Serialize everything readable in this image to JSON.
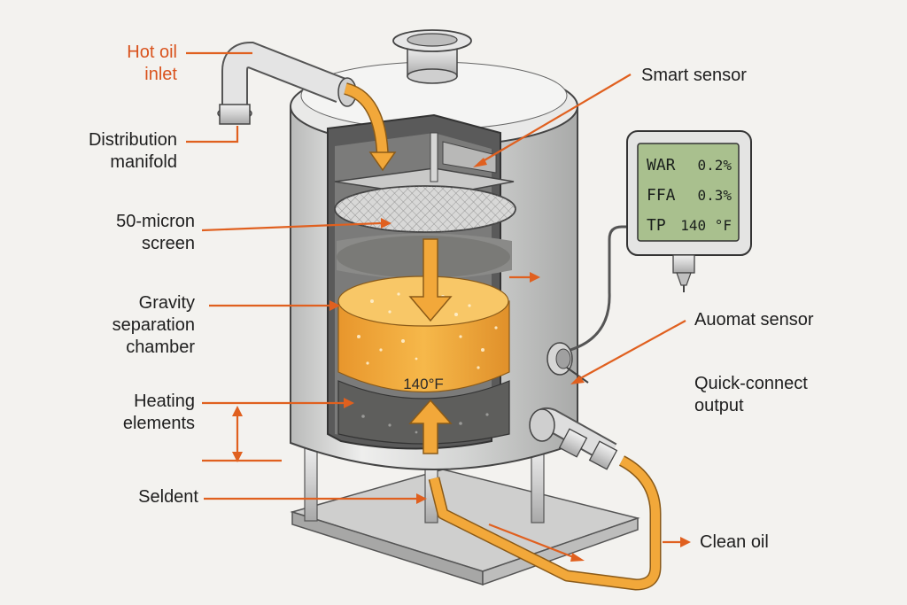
{
  "colors": {
    "accent": "#e0601f",
    "oil": "#f2a83a",
    "oil_light": "#f6c46a",
    "steel": "#d8d9d8",
    "display_bg": "#a9c08e",
    "background": "#f3f2ef"
  },
  "labels": {
    "hot_oil_inlet": "Hot oil\ninlet",
    "distribution_manifold": "Distribution\nmanifold",
    "micron_screen": "50-micron\nscreen",
    "gravity_chamber": "Gravity\nseparation\nchamber",
    "heating_elements": "Heating\nelements",
    "seldent": "Seldent",
    "smart_sensor": "Smart sensor",
    "auomat_sensor": "Auomat sensor",
    "quick_connect": "Quick-connect\noutput",
    "clean_oil": "Clean oil"
  },
  "tank": {
    "temperature_label": "140°F"
  },
  "sensor_display": {
    "rows": [
      {
        "name": "WAR",
        "value": "0.2%"
      },
      {
        "name": "FFA",
        "value": "0.3%"
      },
      {
        "name": "TP",
        "value": "140 °F"
      }
    ]
  }
}
